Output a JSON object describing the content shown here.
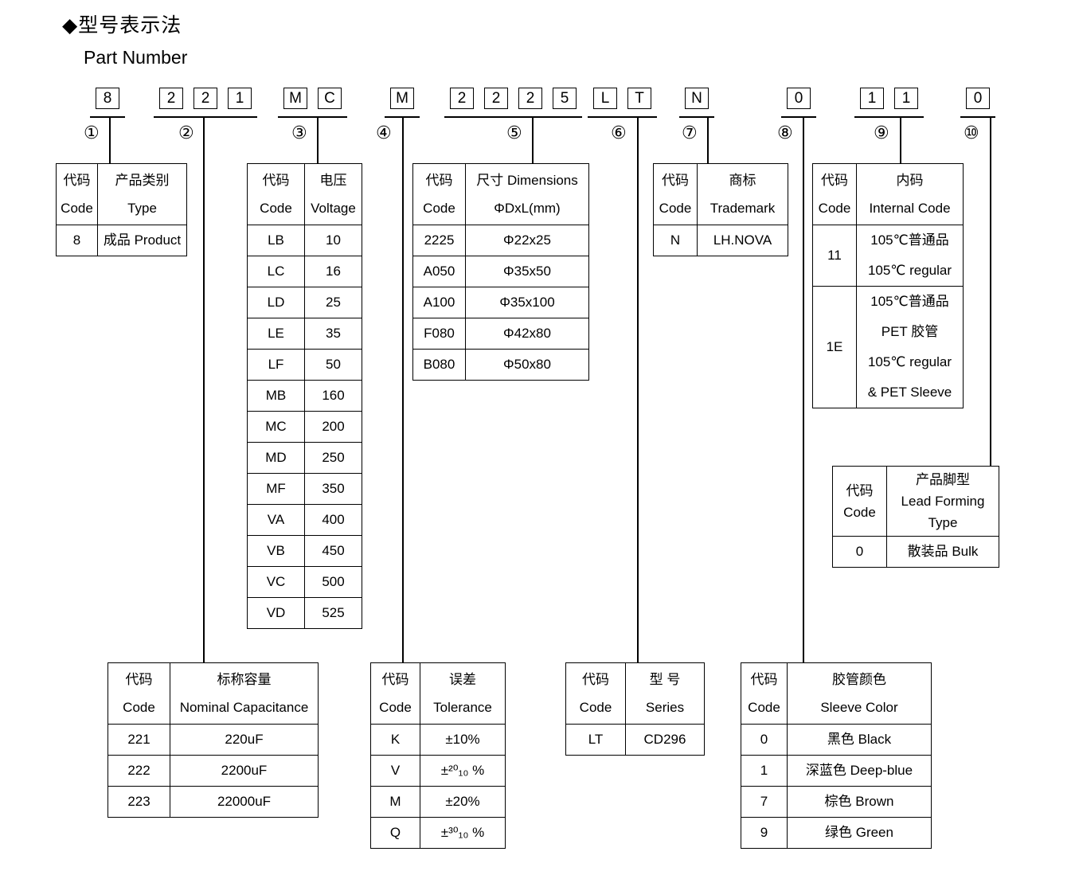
{
  "title": {
    "zh": "◆型号表示法",
    "en": "Part Number"
  },
  "part_number": {
    "groups": [
      {
        "chars": [
          "8"
        ]
      },
      {
        "chars": [
          "2",
          "2",
          "1"
        ]
      },
      {
        "chars": [
          "M",
          "C"
        ]
      },
      {
        "chars": [
          "M"
        ]
      },
      {
        "chars": [
          "2",
          "2",
          "2",
          "5"
        ]
      },
      {
        "chars": [
          "L",
          "T"
        ]
      },
      {
        "chars": [
          "N"
        ]
      },
      {
        "chars": [
          "0"
        ]
      },
      {
        "chars": [
          "1",
          "1"
        ]
      },
      {
        "chars": [
          "0"
        ]
      }
    ],
    "circled": [
      "①",
      "②",
      "③",
      "④",
      "⑤",
      "⑥",
      "⑦",
      "⑧",
      "⑨",
      "⑩"
    ]
  },
  "tables": {
    "product_type": {
      "headers": [
        "代码\nCode",
        "产品类别\nType"
      ],
      "rows": [
        [
          "8",
          "成品 Product"
        ]
      ]
    },
    "voltage": {
      "headers": [
        "代码\nCode",
        "电压\nVoltage"
      ],
      "rows": [
        [
          "LB",
          "10"
        ],
        [
          "LC",
          "16"
        ],
        [
          "LD",
          "25"
        ],
        [
          "LE",
          "35"
        ],
        [
          "LF",
          "50"
        ],
        [
          "MB",
          "160"
        ],
        [
          "MC",
          "200"
        ],
        [
          "MD",
          "250"
        ],
        [
          "MF",
          "350"
        ],
        [
          "VA",
          "400"
        ],
        [
          "VB",
          "450"
        ],
        [
          "VC",
          "500"
        ],
        [
          "VD",
          "525"
        ]
      ]
    },
    "dimensions": {
      "headers": [
        "代码\nCode",
        "尺寸 Dimensions\nΦDxL(mm)"
      ],
      "rows": [
        [
          "2225",
          "Φ22x25"
        ],
        [
          "A050",
          "Φ35x50"
        ],
        [
          "A100",
          "Φ35x100"
        ],
        [
          "F080",
          "Φ42x80"
        ],
        [
          "B080",
          "Φ50x80"
        ]
      ]
    },
    "trademark": {
      "headers": [
        "代码\nCode",
        "商标\nTrademark"
      ],
      "rows": [
        [
          "N",
          "LH.NOVA"
        ]
      ]
    },
    "internal_code": {
      "headers": [
        "代码\nCode",
        "内码\nInternal Code"
      ],
      "rows": [
        [
          "11",
          "105℃普通品\n105℃ regular"
        ],
        [
          "1E",
          "105℃普通品\nPET 胶管\n105℃ regular\n& PET Sleeve"
        ]
      ]
    },
    "lead_forming": {
      "headers": [
        "代码\nCode",
        "产品脚型\nLead Forming\nType"
      ],
      "rows": [
        [
          "0",
          "散装品 Bulk"
        ]
      ]
    },
    "capacitance": {
      "headers": [
        "代码\nCode",
        "标称容量\nNominal Capacitance"
      ],
      "rows": [
        [
          "221",
          "220uF"
        ],
        [
          "222",
          "2200uF"
        ],
        [
          "223",
          "22000uF"
        ]
      ]
    },
    "tolerance": {
      "headers": [
        "代码\nCode",
        "误差\nTolerance"
      ],
      "rows": [
        [
          "K",
          "±10%"
        ],
        [
          "V",
          "±²⁰₁₀ %"
        ],
        [
          "M",
          "±20%"
        ],
        [
          "Q",
          "±³⁰₁₀ %"
        ]
      ]
    },
    "series": {
      "headers": [
        "代码\nCode",
        "型 号\nSeries"
      ],
      "rows": [
        [
          "LT",
          "CD296"
        ]
      ]
    },
    "sleeve_color": {
      "headers": [
        "代码\nCode",
        "胶管颜色\nSleeve Color"
      ],
      "rows": [
        [
          "0",
          "黑色 Black"
        ],
        [
          "1",
          "深蓝色 Deep-blue"
        ],
        [
          "7",
          "棕色 Brown"
        ],
        [
          "9",
          "绿色 Green"
        ]
      ]
    }
  }
}
